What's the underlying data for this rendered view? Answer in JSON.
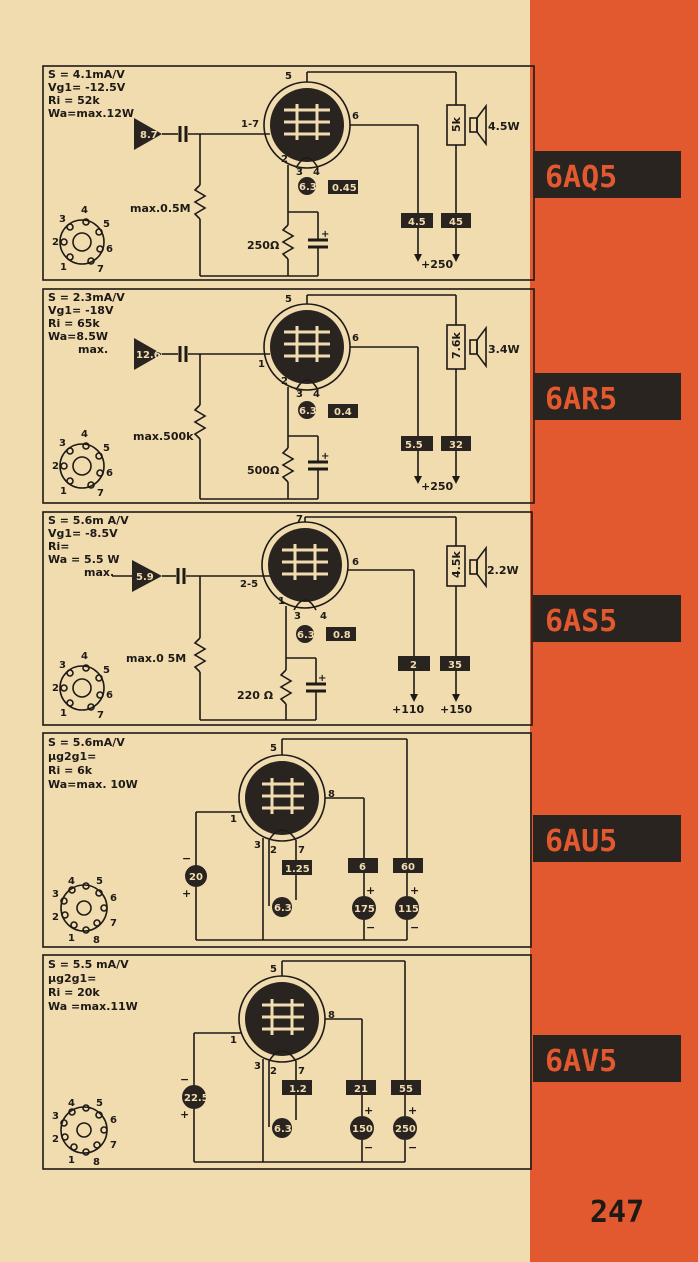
{
  "page_number": "247",
  "tubes": [
    {
      "name": "6AQ5",
      "params": [
        "S = 4.1mA/V",
        "Vg1= -12.5V",
        "Ri = 52k",
        "Wa=max.12W"
      ],
      "input_voltage": "8.7",
      "grid_resistor": "max.0.5M",
      "cathode_resistor": "250Ω",
      "grid_pin": "1-7",
      "plate_pin": "6",
      "top_pin": "5",
      "heater_pins": [
        "2",
        "3",
        "4"
      ],
      "heater_voltage": "6.3",
      "heater_current": "0.45",
      "load": "5k",
      "output_power": "4.5W",
      "screen_current": "4.5",
      "plate_current": "45",
      "supply": [
        "+250"
      ]
    },
    {
      "name": "6AR5",
      "params": [
        "S = 2.3mA/V",
        "Vg1= -18V",
        "Ri = 65k",
        "Wa=8.5W",
        "max."
      ],
      "input_voltage": "12.6",
      "grid_resistor": "max.500k",
      "cathode_resistor": "500Ω",
      "grid_pin": "1",
      "plate_pin": "6",
      "top_pin": "5",
      "heater_pins": [
        "2",
        "3",
        "4"
      ],
      "heater_voltage": "6.3",
      "heater_current": "0.4",
      "load": "7.6k",
      "output_power": "3.4W",
      "screen_current": "5.5",
      "plate_current": "32",
      "supply": [
        "+250"
      ]
    },
    {
      "name": "6AS5",
      "params": [
        "S = 5.6m A/V",
        "Vg1= -8.5V",
        "Ri=",
        "Wa = 5.5 W",
        "max."
      ],
      "input_voltage": "5.9",
      "grid_resistor": "max.0 5M",
      "cathode_resistor": "220 Ω",
      "grid_pin": "2-5",
      "plate_pin": "6",
      "top_pin": "7",
      "heater_pins": [
        "1",
        "3",
        "4"
      ],
      "heater_voltage": "6.3",
      "heater_current": "0.8",
      "load": "4.5k",
      "output_power": "2.2W",
      "screen_current": "2",
      "plate_current": "35",
      "supply": [
        "+110",
        "+150"
      ]
    },
    {
      "name": "6AU5",
      "params": [
        "S = 5.6mA/V",
        "μg2g1=",
        "Ri = 6k",
        "Wa=max. 10W"
      ],
      "grid_pin": "1",
      "anode_pin": "8",
      "top_pin": "5",
      "heater_pins": [
        "3",
        "2",
        "7"
      ],
      "grid_bias": "20",
      "heater_current": "1.25",
      "heater_voltage": "6.3",
      "screen_current": "6",
      "plate_current": "60",
      "screen_voltage": "175",
      "plate_voltage": "115"
    },
    {
      "name": "6AV5",
      "params": [
        "S = 5.5 mA/V",
        "μg2g1=",
        "Ri = 20k",
        "Wa =max.11W"
      ],
      "grid_pin": "1",
      "anode_pin": "8",
      "top_pin": "5",
      "heater_pins": [
        "3",
        "2",
        "7"
      ],
      "grid_bias": "22.5",
      "heater_current": "1.2",
      "heater_voltage": "6.3",
      "screen_current": "21",
      "plate_current": "55",
      "screen_voltage": "150",
      "plate_voltage": "250"
    }
  ],
  "socket_pins_7": [
    "1",
    "2",
    "3",
    "4",
    "5",
    "6",
    "7"
  ],
  "socket_pins_9": [
    "1",
    "2",
    "3",
    "4",
    "5",
    "6",
    "7",
    "8"
  ]
}
